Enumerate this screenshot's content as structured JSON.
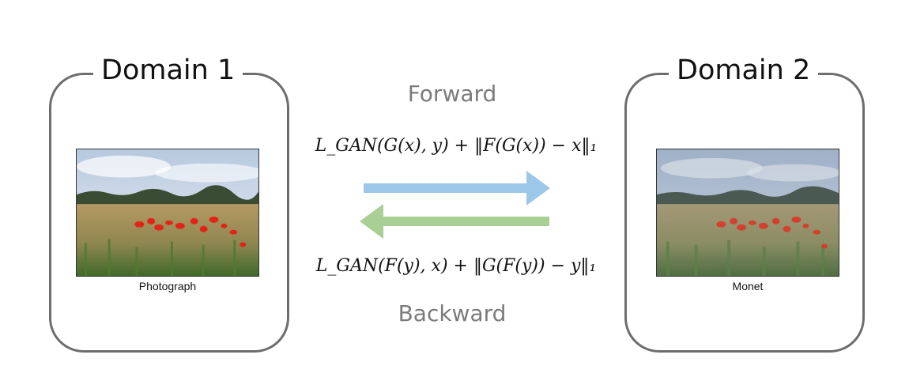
{
  "domains": {
    "left": {
      "title": "Domain 1",
      "caption": "Photograph"
    },
    "right": {
      "title": "Domain 2",
      "caption": "Monet"
    }
  },
  "forward": {
    "label": "Forward",
    "formula": "L_GAN(G(x), y) + ‖F(G(x)) − x‖₁",
    "arrow_color": "#9dc7e8"
  },
  "backward": {
    "label": "Backward",
    "formula": "L_GAN(F(y), x) + ‖G(F(y)) − y‖₁",
    "arrow_color": "#a9cf94"
  },
  "colors": {
    "box_border": "#6d6d6d",
    "label_gray": "#7b7b7b"
  }
}
